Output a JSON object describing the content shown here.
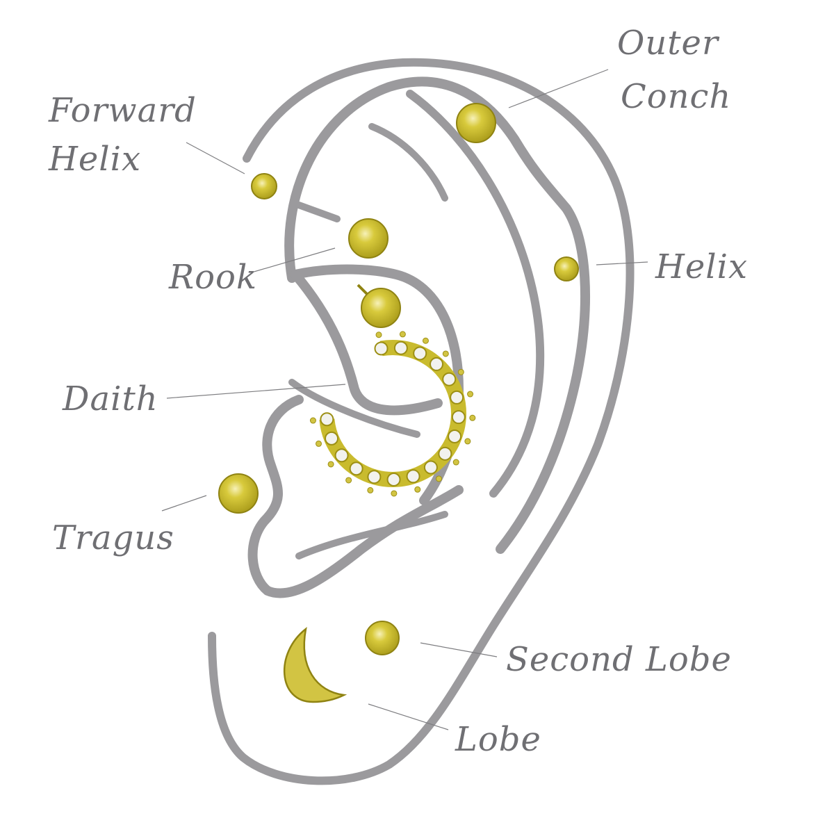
{
  "title": "Ear piercing placement diagram",
  "labels": {
    "forward_helix_1": "Forward",
    "forward_helix_2": "Helix",
    "outer_conch_1": "Outer",
    "outer_conch_2": "Conch",
    "rook": "Rook",
    "helix": "Helix",
    "daith": "Daith",
    "tragus": "Tragus",
    "second_lobe": "Second Lobe",
    "lobe": "Lobe"
  },
  "colors": {
    "ear_outline": "#9b9a9d",
    "gold": "#c9bb2e",
    "gold_dark": "#9c8f14",
    "gold_light": "#f4eeb0",
    "label_text": "#6f6f73"
  }
}
